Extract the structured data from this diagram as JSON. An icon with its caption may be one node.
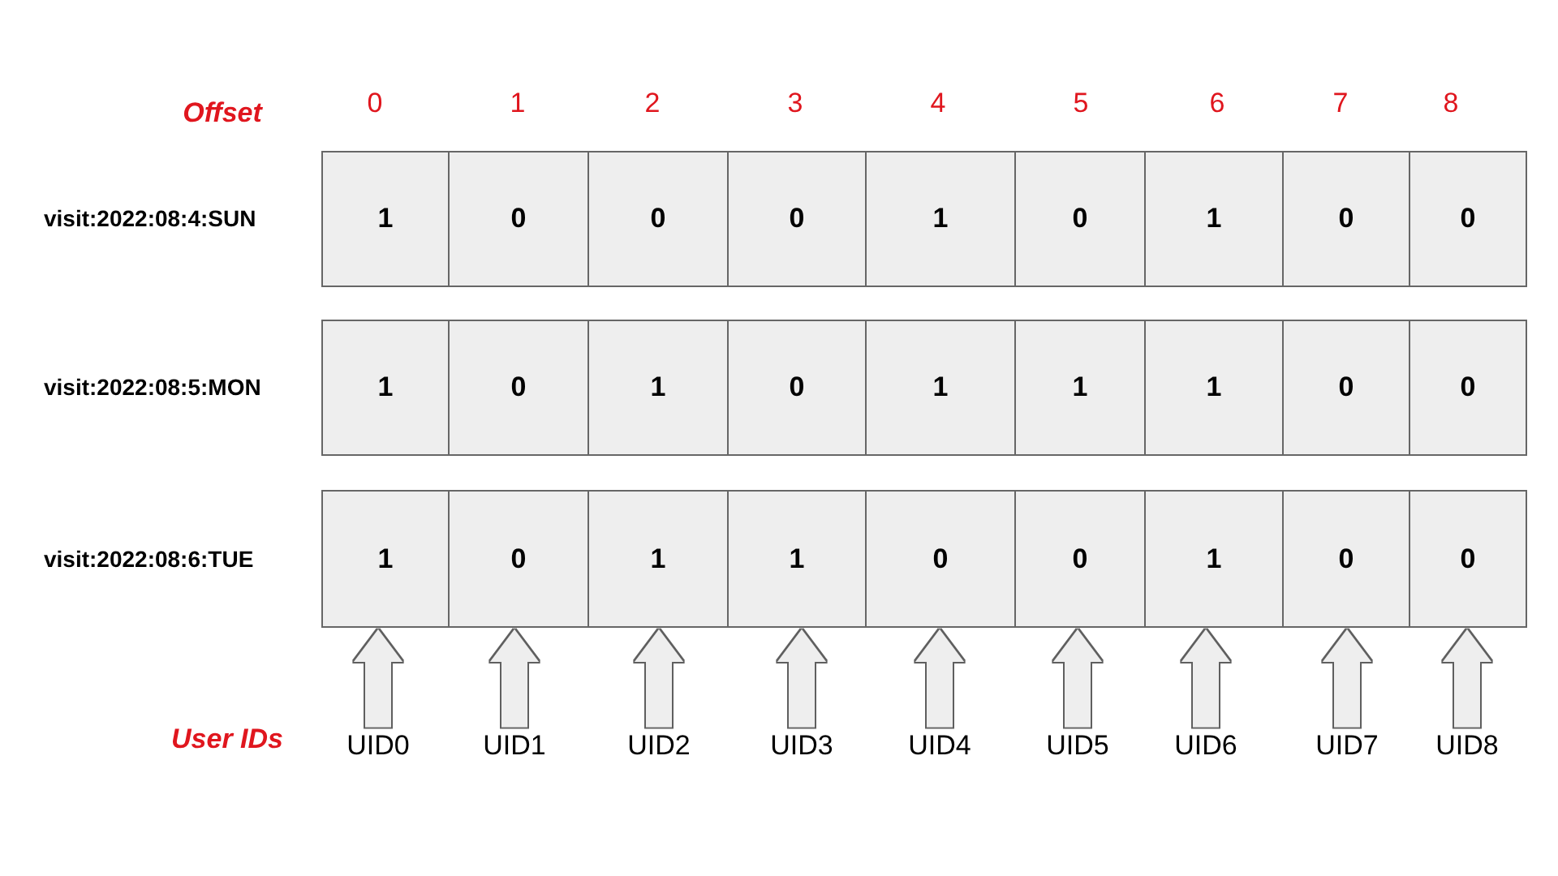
{
  "diagram": {
    "nodes": [
      {
        "text": [
          "visit:2022:08:4:SUN"
        ]
      },
      {
        "text": [
          "1"
        ],
        "in": 0
      },
      {
        "text": [
          "0"
        ],
        "in": 0
      },
      {
        "text": [
          "0"
        ],
        "in": 0
      },
      {
        "text": [
          "0"
        ],
        "in": 0
      },
      {
        "text": [
          "1"
        ],
        "in": 0
      },
      {
        "text": [
          "0"
        ],
        "in": 0
      },
      {
        "text": [
          "1"
        ],
        "in": 0
      },
      {
        "text": [
          "0"
        ],
        "in": 0
      },
      {
        "text": [
          "0"
        ],
        "in": 0
      },
      {
        "text": [
          "visit:2022:08:5:MON"
        ]
      },
      {
        "text": [
          "1"
        ],
        "in": 10
      },
      {
        "text": [
          "0"
        ],
        "in": 10
      },
      {
        "text": [
          "1"
        ],
        "in": 10
      },
      {
        "text": [
          "0"
        ],
        "in": 10
      },
      {
        "text": [
          "1"
        ],
        "in": 10
      },
      {
        "text": [
          "1"
        ],
        "in": 10
      },
      {
        "text": [
          "1"
        ],
        "in": 10
      },
      {
        "text": [
          "0"
        ],
        "in": 10
      },
      {
        "text": [
          "0"
        ],
        "in": 10
      },
      {
        "text": [
          "visit:2022:08:6:TUE"
        ]
      },
      {
        "text": [
          "1"
        ],
        "in": 20
      },
      {
        "text": [
          "0"
        ],
        "in": 20
      },
      {
        "text": [
          "1"
        ],
        "in": 20
      },
      {
        "text": [
          "1"
        ],
        "in": 20
      },
      {
        "text": [
          "0"
        ],
        "in": 20
      },
      {
        "text": [
          "0"
        ],
        "in": 20
      },
      {
        "text": [
          "1"
        ],
        "in": 20
      },
      {
        "text": [
          "0"
        ],
        "in": 20
      },
      {
        "text": [
          "0"
        ],
        "in": 20
      },
      {
        "text": [
          "UID0"
        ]
      },
      {
        "text": [
          "UID1"
        ]
      },
      {
        "text": [
          "UID2"
        ]
      },
      {
        "text": [
          "UID3"
        ]
      },
      {
        "text": [
          "UID4"
        ]
      },
      {
        "text": [
          "UID5"
        ]
      },
      {
        "text": [
          "UID6"
        ]
      },
      {
        "text": [
          "UID7"
        ]
      },
      {
        "text": [
          "UID8"
        ]
      }
    ],
    "edges": [
      {
        "from": 30,
        "to": 21,
        "arrow": "to"
      },
      {
        "from": 31,
        "to": 22,
        "arrow": "to"
      },
      {
        "from": 32,
        "to": 23,
        "arrow": "to"
      },
      {
        "from": 33,
        "to": 24,
        "arrow": "to"
      },
      {
        "from": 34,
        "to": 25,
        "arrow": "to"
      },
      {
        "from": 35,
        "to": 26,
        "arrow": "to"
      },
      {
        "from": 36,
        "to": 27,
        "arrow": "to"
      },
      {
        "from": 37,
        "to": 28,
        "arrow": "to"
      },
      {
        "from": 38,
        "to": 29,
        "arrow": "to"
      }
    ],
    "labels": [
      "Offset",
      "0",
      "1",
      "2",
      "3",
      "4",
      "5",
      "6",
      "7",
      "8",
      "User IDs"
    ]
  }
}
